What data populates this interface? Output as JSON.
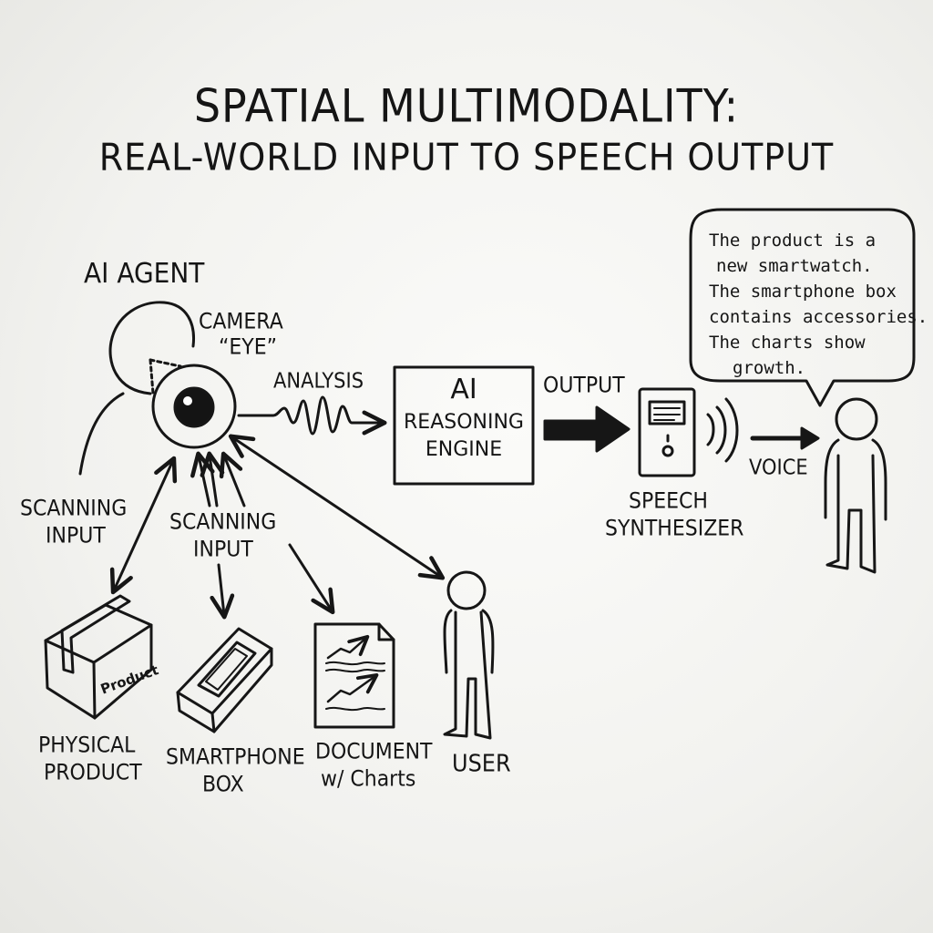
{
  "title": {
    "line1": "Spatial Multimodality:",
    "line2": "Real-World Input to Speech Output"
  },
  "agent": {
    "label": "AI Agent",
    "camera_label_1": "Camera",
    "camera_label_2": "“Eye”"
  },
  "flow": {
    "analysis_label": "Analysis",
    "engine_line1": "AI",
    "engine_line2": "Reasoning",
    "engine_line3": "Engine",
    "output_label": "Output",
    "synth_line1": "Speech",
    "synth_line2": "Synthesizer",
    "voice_label": "Voice"
  },
  "speech_bubble": {
    "lines": [
      "The product is a",
      "new smartwatch.",
      "The smartphone box",
      "contains accessories.",
      "The charts show",
      "growth."
    ]
  },
  "scanning": {
    "left_line1": "Scanning",
    "left_line2": "Input",
    "center_line1": "Scanning",
    "center_line2": "Input"
  },
  "objects": {
    "product_stamp": "Product",
    "product_line1": "Physical",
    "product_line2": "Product",
    "phone_line1": "Smartphone",
    "phone_line2": "Box",
    "doc_line1": "Document",
    "doc_line2": "w/ Charts",
    "user": "User"
  }
}
